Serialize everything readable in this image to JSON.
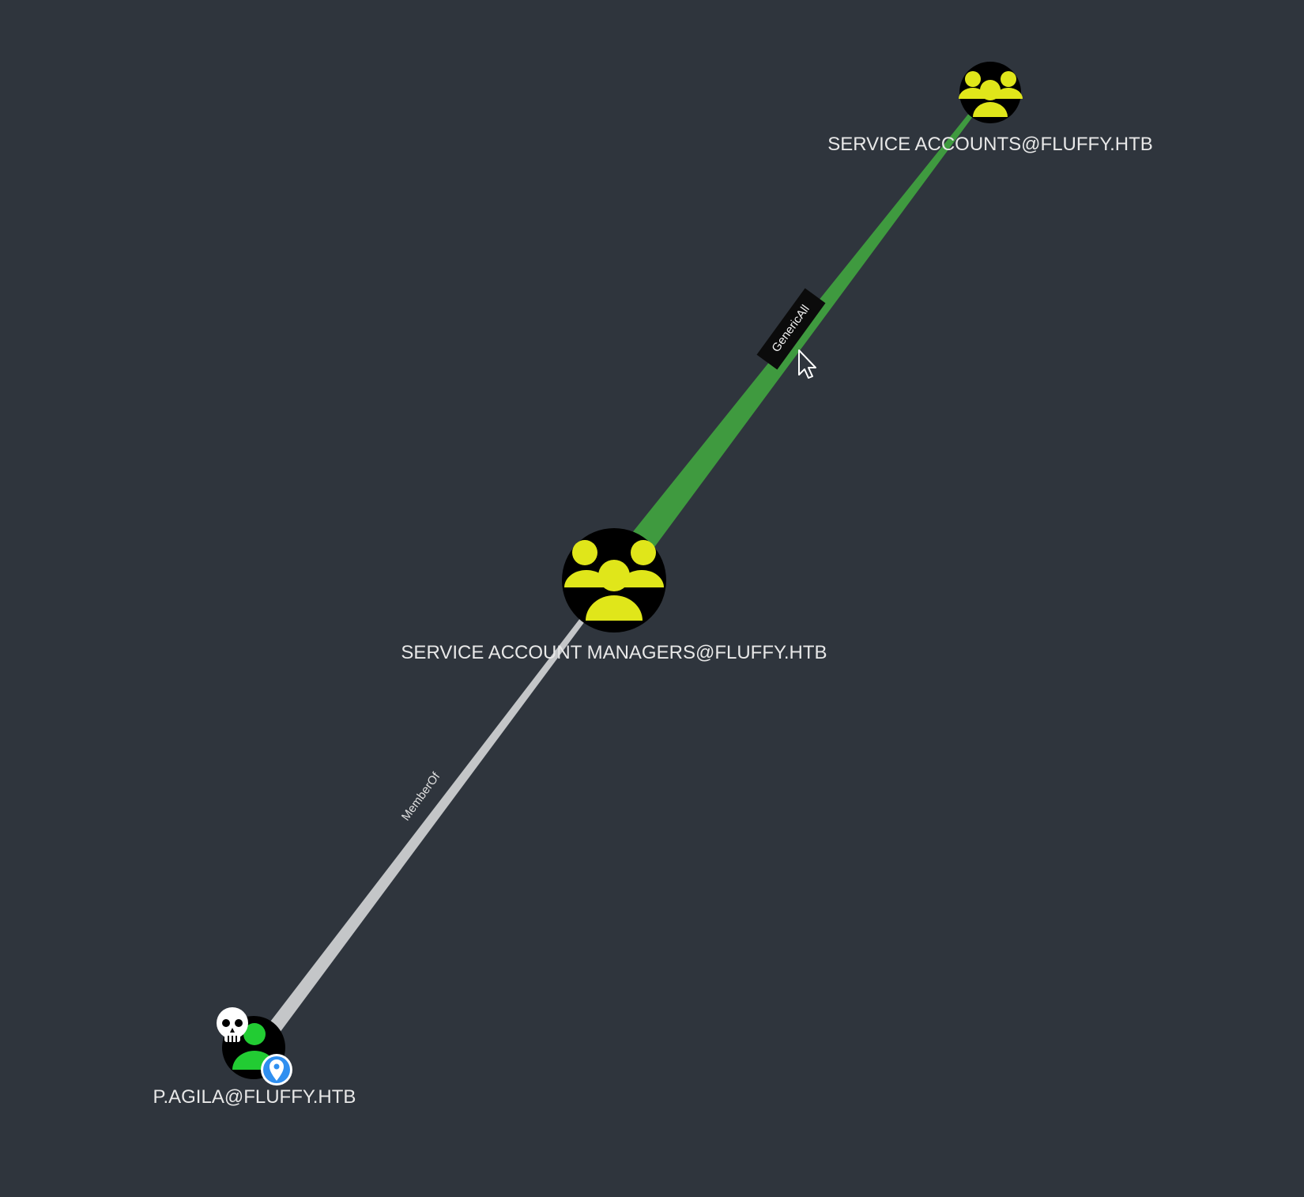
{
  "graph": {
    "nodes": {
      "service_accounts": {
        "label": "SERVICE ACCOUNTS@FLUFFY.HTB",
        "type": "group",
        "icon": "group-icon",
        "icon_color": "#e0e61a"
      },
      "service_account_managers": {
        "label": "SERVICE ACCOUNT MANAGERS@FLUFFY.HTB",
        "type": "group",
        "icon": "group-icon",
        "icon_color": "#e0e61a"
      },
      "p_agila": {
        "label": "P.AGILA@FLUFFY.HTB",
        "type": "user",
        "icon": "user-icon",
        "icon_color": "#22cc33",
        "badges": [
          "skull-icon",
          "location-pin-icon"
        ]
      }
    },
    "edges": [
      {
        "from": "service_account_managers",
        "to": "service_accounts",
        "label": "GenericAll",
        "color": "#3f9a3f",
        "highlighted": true
      },
      {
        "from": "p_agila",
        "to": "service_account_managers",
        "label": "MemberOf",
        "color": "#c4c6c8",
        "highlighted": false
      }
    ]
  },
  "colors": {
    "background": "#2f353d",
    "node_fill": "#000000",
    "group_icon": "#e0e61a",
    "user_icon": "#22cc33",
    "generic_all_edge": "#3f9a3f",
    "member_of_edge": "#c4c6c8",
    "pin_badge": "#2f8ff0"
  }
}
